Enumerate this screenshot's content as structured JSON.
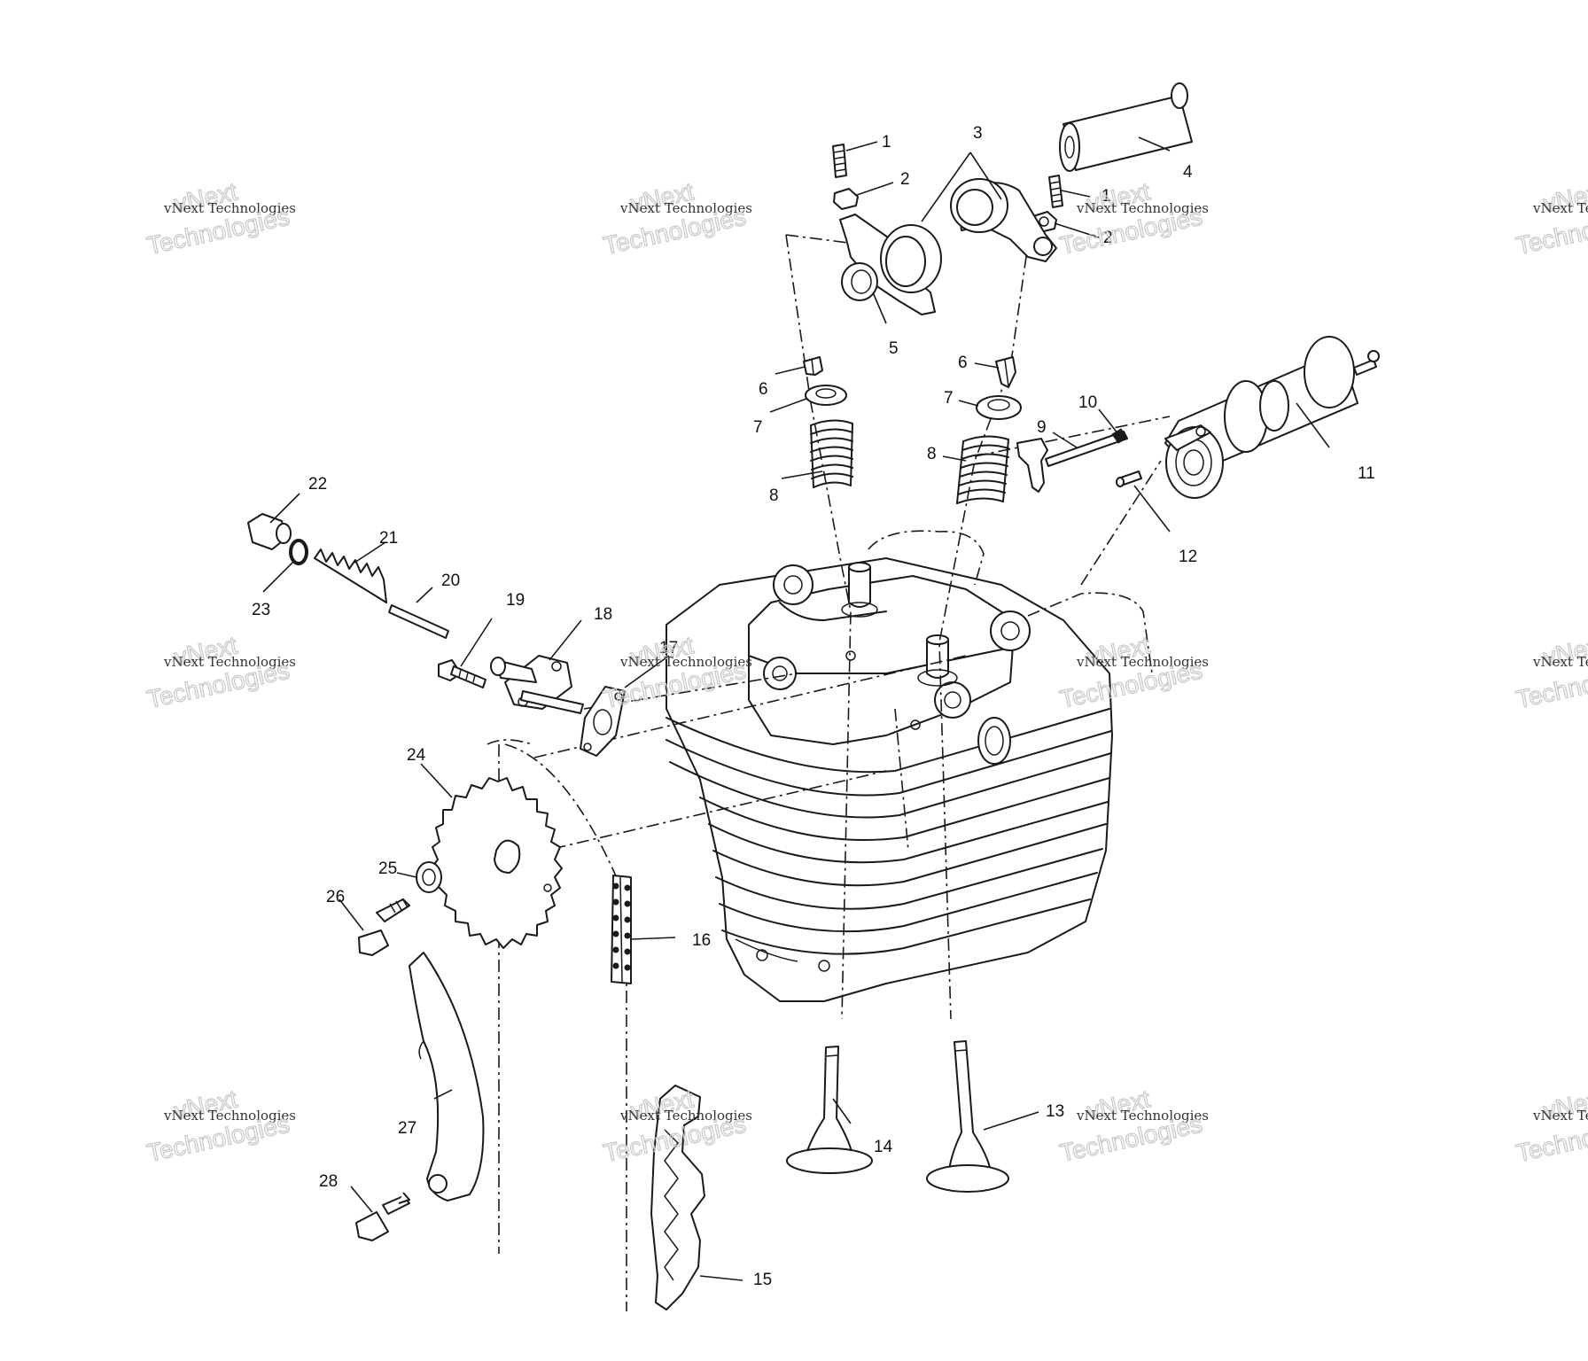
{
  "diagram": {
    "callouts": [
      "1",
      "2",
      "3",
      "4",
      "1",
      "2",
      "5",
      "6",
      "7",
      "8",
      "6",
      "7",
      "8",
      "9",
      "10",
      "11",
      "12",
      "22",
      "21",
      "23",
      "20",
      "19",
      "18",
      "17",
      "24",
      "25",
      "26",
      "16",
      "27",
      "28",
      "14",
      "13",
      "15"
    ],
    "watermark": {
      "line1": "vNext Technologies",
      "line2": "vNext",
      "line3": "Technologies"
    }
  }
}
